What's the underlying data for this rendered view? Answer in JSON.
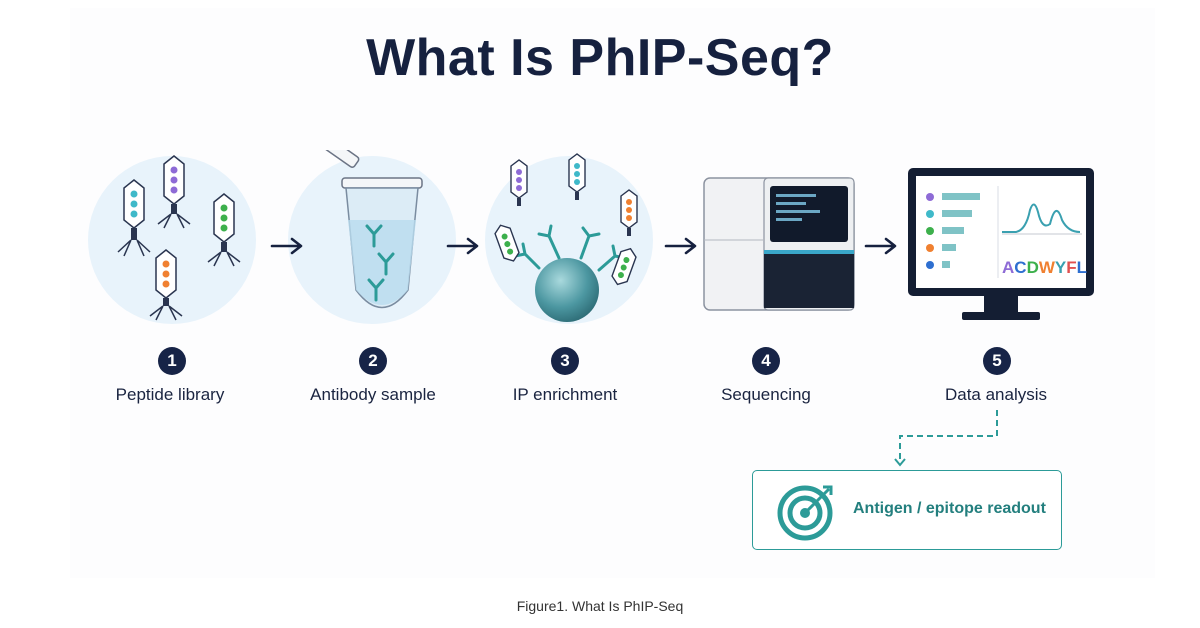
{
  "title": "What Is PhIP-Seq?",
  "steps": [
    {
      "number": "1",
      "label": "Peptide library"
    },
    {
      "number": "2",
      "label": "Antibody sample"
    },
    {
      "number": "3",
      "label": "IP enrichment"
    },
    {
      "number": "4",
      "label": "Sequencing"
    },
    {
      "number": "5",
      "label": "Data analysis"
    }
  ],
  "readout": {
    "label": "Antigen / epitope readout"
  },
  "logo_letters": "ACDWYFL",
  "caption": "Figure1. What Is PhIP-Seq",
  "colors": {
    "navy": "#172447",
    "teal": "#2c9b98",
    "bubble": "#e8f3fb",
    "purple": "#8e6bd6",
    "cyan": "#3fb9c9",
    "green": "#3db04c",
    "orange": "#f08030"
  }
}
